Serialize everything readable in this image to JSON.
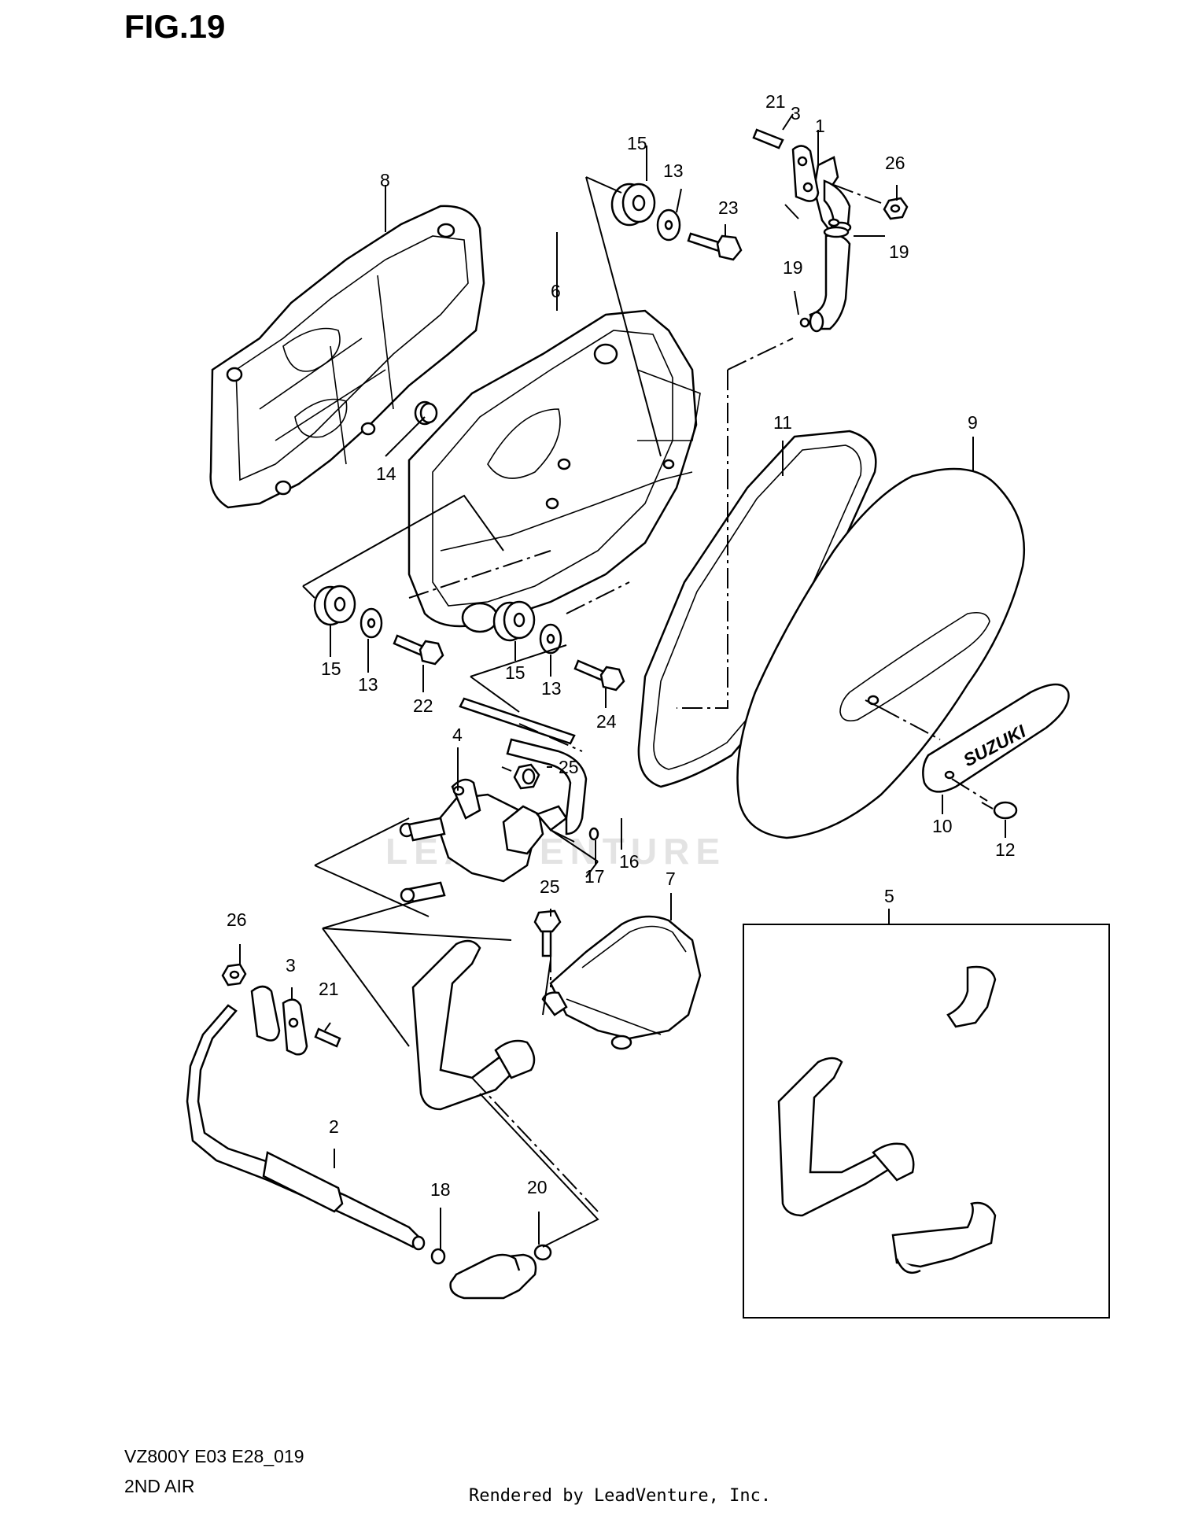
{
  "figure": {
    "title": "FIG.19"
  },
  "watermark": "LEADVENTURE",
  "footer": {
    "model_code": "VZ800Y E03 E28_019",
    "section_name": "2ND AIR",
    "credit": "Rendered by LeadVenture, Inc."
  },
  "logo": {
    "text": "SUZUKI"
  },
  "callouts": {
    "c21_top": "21",
    "c3_top": "3",
    "c1": "1",
    "c26_top": "26",
    "c15_top": "15",
    "c13_top": "13",
    "c23": "23",
    "c19_right": "19",
    "c19_left": "19",
    "c8": "8",
    "c6": "6",
    "c14": "14",
    "c11": "11",
    "c9": "9",
    "c15_left": "15",
    "c13_left": "13",
    "c22": "22",
    "c15_mid": "15",
    "c13_mid": "13",
    "c24": "24",
    "c4": "4",
    "c25_mid": "25",
    "c10": "10",
    "c12": "12",
    "c17": "17",
    "c16": "16",
    "c25_low": "25",
    "c7": "7",
    "c5": "5",
    "c26_low": "26",
    "c3_low": "3",
    "c21_low": "21",
    "c2": "2",
    "c18": "18",
    "c20": "20"
  }
}
